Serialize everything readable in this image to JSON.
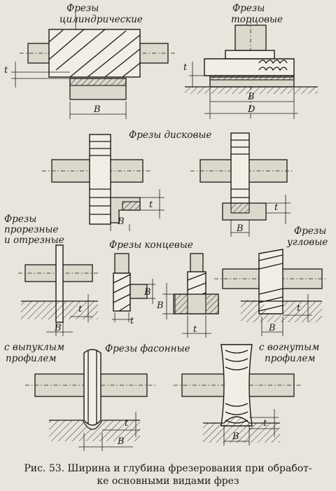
{
  "titles": {
    "cylindrical": "Фрезы\nцилиндрические",
    "face": "Фрезы\nторцовые",
    "disk": "Фрезы дисковые",
    "slotting": "Фрезы\nпрорезные\nи отрезные",
    "end": "Фрезы концевые",
    "angle": "Фрезы\nугловые",
    "convex": "с выпуклым\nпрофилем",
    "shaped": "Фрезы фасонные",
    "concave": "с вогнутым\nпрофилем"
  },
  "dims": {
    "t": "t",
    "B": "B",
    "D": "D"
  },
  "caption": {
    "line1": "Рис. 53. Ширина и глубина фрезерования при обработ-",
    "line2": "ке основными видами фрез"
  }
}
